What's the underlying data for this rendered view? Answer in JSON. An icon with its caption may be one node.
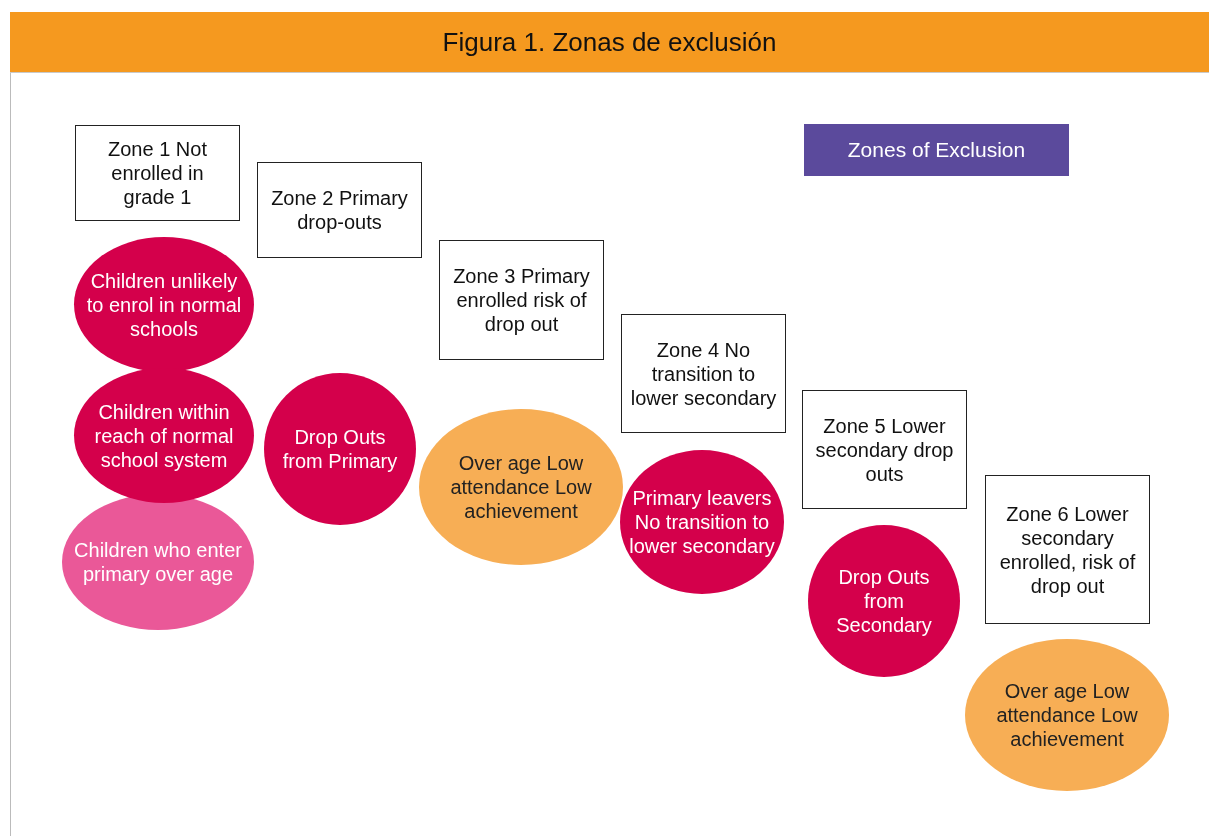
{
  "diagram": {
    "title": "Figura 1. Zonas de exclusión",
    "nodes": [
      {
        "text": [
          "Zone 1 Not enrolled in grade 1"
        ]
      },
      {
        "text": [
          "Zone 2 Primary drop-outs"
        ]
      },
      {
        "text": [
          "Zone 3 Primary enrolled risk of drop out"
        ]
      },
      {
        "text": [
          "Zone 4 No transition to lower secondary"
        ]
      },
      {
        "text": [
          "Zone 5 Lower secondary drop outs"
        ]
      },
      {
        "text": [
          "Zone 6 Lower secondary enrolled, risk of drop out"
        ]
      },
      {
        "text": [
          "Zones of Exclusion"
        ]
      },
      {
        "text": [
          "Children unlikely to enrol in normal schools"
        ]
      },
      {
        "text": [
          "Children within reach of normal school system"
        ]
      },
      {
        "text": [
          "Children who enter primary over age"
        ]
      },
      {
        "text": [
          "Drop Outs from Primary"
        ]
      },
      {
        "text": [
          "Over age Low attendance Low achievement"
        ]
      },
      {
        "text": [
          "Primary leavers No transition to lower secondary"
        ]
      },
      {
        "text": [
          "Drop Outs from Secondary"
        ]
      },
      {
        "text": [
          "Over age Low attendance Low achievement"
        ]
      }
    ]
  }
}
